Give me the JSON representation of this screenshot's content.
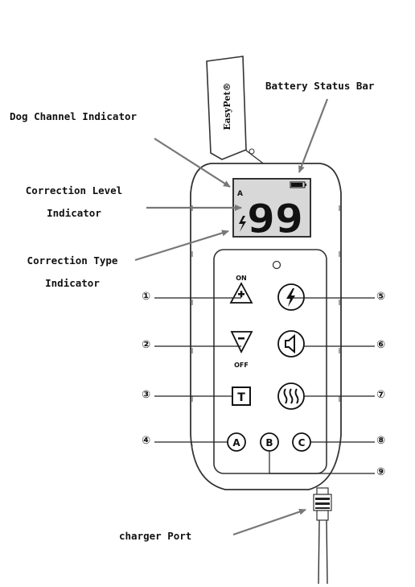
{
  "brand": "EasyPet®",
  "callouts": {
    "battery": "Battery Status Bar",
    "dog_channel": "Dog Channel Indicator",
    "correction_level_1": "Correction Level",
    "correction_level_2": "Indicator",
    "correction_type_1": "Correction Type",
    "correction_type_2": "Indicator",
    "charger": "charger Port"
  },
  "lcd": {
    "channel": "A",
    "level": "99",
    "battery_fill": 0.9
  },
  "buttons": {
    "on_label": "ON",
    "off_label": "OFF",
    "t_label": "T",
    "a_label": "A",
    "b_label": "B",
    "c_label": "C"
  },
  "numbers": [
    "①",
    "②",
    "③",
    "④",
    "⑤",
    "⑥",
    "⑦",
    "⑧",
    "⑨"
  ],
  "colors": {
    "ink": "#1a1a1a",
    "arrow": "#777777",
    "body": "#ffffff",
    "lcd_bg": "#d8d8d8"
  }
}
